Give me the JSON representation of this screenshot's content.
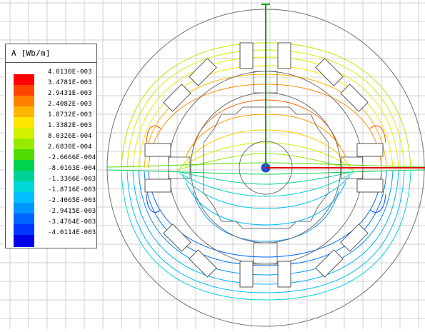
{
  "legend": {
    "title": "A [Wb/m]",
    "entries": [
      {
        "value": "4.0130E-003",
        "color": "#ff0000"
      },
      {
        "value": "3.4781E-003",
        "color": "#ff4400"
      },
      {
        "value": "2.9431E-003",
        "color": "#ff8000"
      },
      {
        "value": "2.4082E-003",
        "color": "#ffb400"
      },
      {
        "value": "1.8732E-003",
        "color": "#ffe600"
      },
      {
        "value": "1.3382E-003",
        "color": "#d2f000"
      },
      {
        "value": "8.0326E-004",
        "color": "#96eb00"
      },
      {
        "value": "2.6830E-004",
        "color": "#50dc00"
      },
      {
        "value": "-2.6666E-004",
        "color": "#00d24b"
      },
      {
        "value": "-8.0163E-004",
        "color": "#00d296"
      },
      {
        "value": "-1.3366E-003",
        "color": "#00d7d7"
      },
      {
        "value": "-1.8716E-003",
        "color": "#00beff"
      },
      {
        "value": "-2.4065E-003",
        "color": "#0096ff"
      },
      {
        "value": "-2.9415E-003",
        "color": "#0064ff"
      },
      {
        "value": "-3.4764E-003",
        "color": "#0037ff"
      },
      {
        "value": "-4.0114E-003",
        "color": "#0000e6"
      }
    ]
  },
  "colors": {
    "background": "#ffffff",
    "grid": "#d0d0d0",
    "geometry": "#707070",
    "axis_x": "#e00000",
    "axis_y": "#00a000",
    "origin": "#2050d0"
  }
}
